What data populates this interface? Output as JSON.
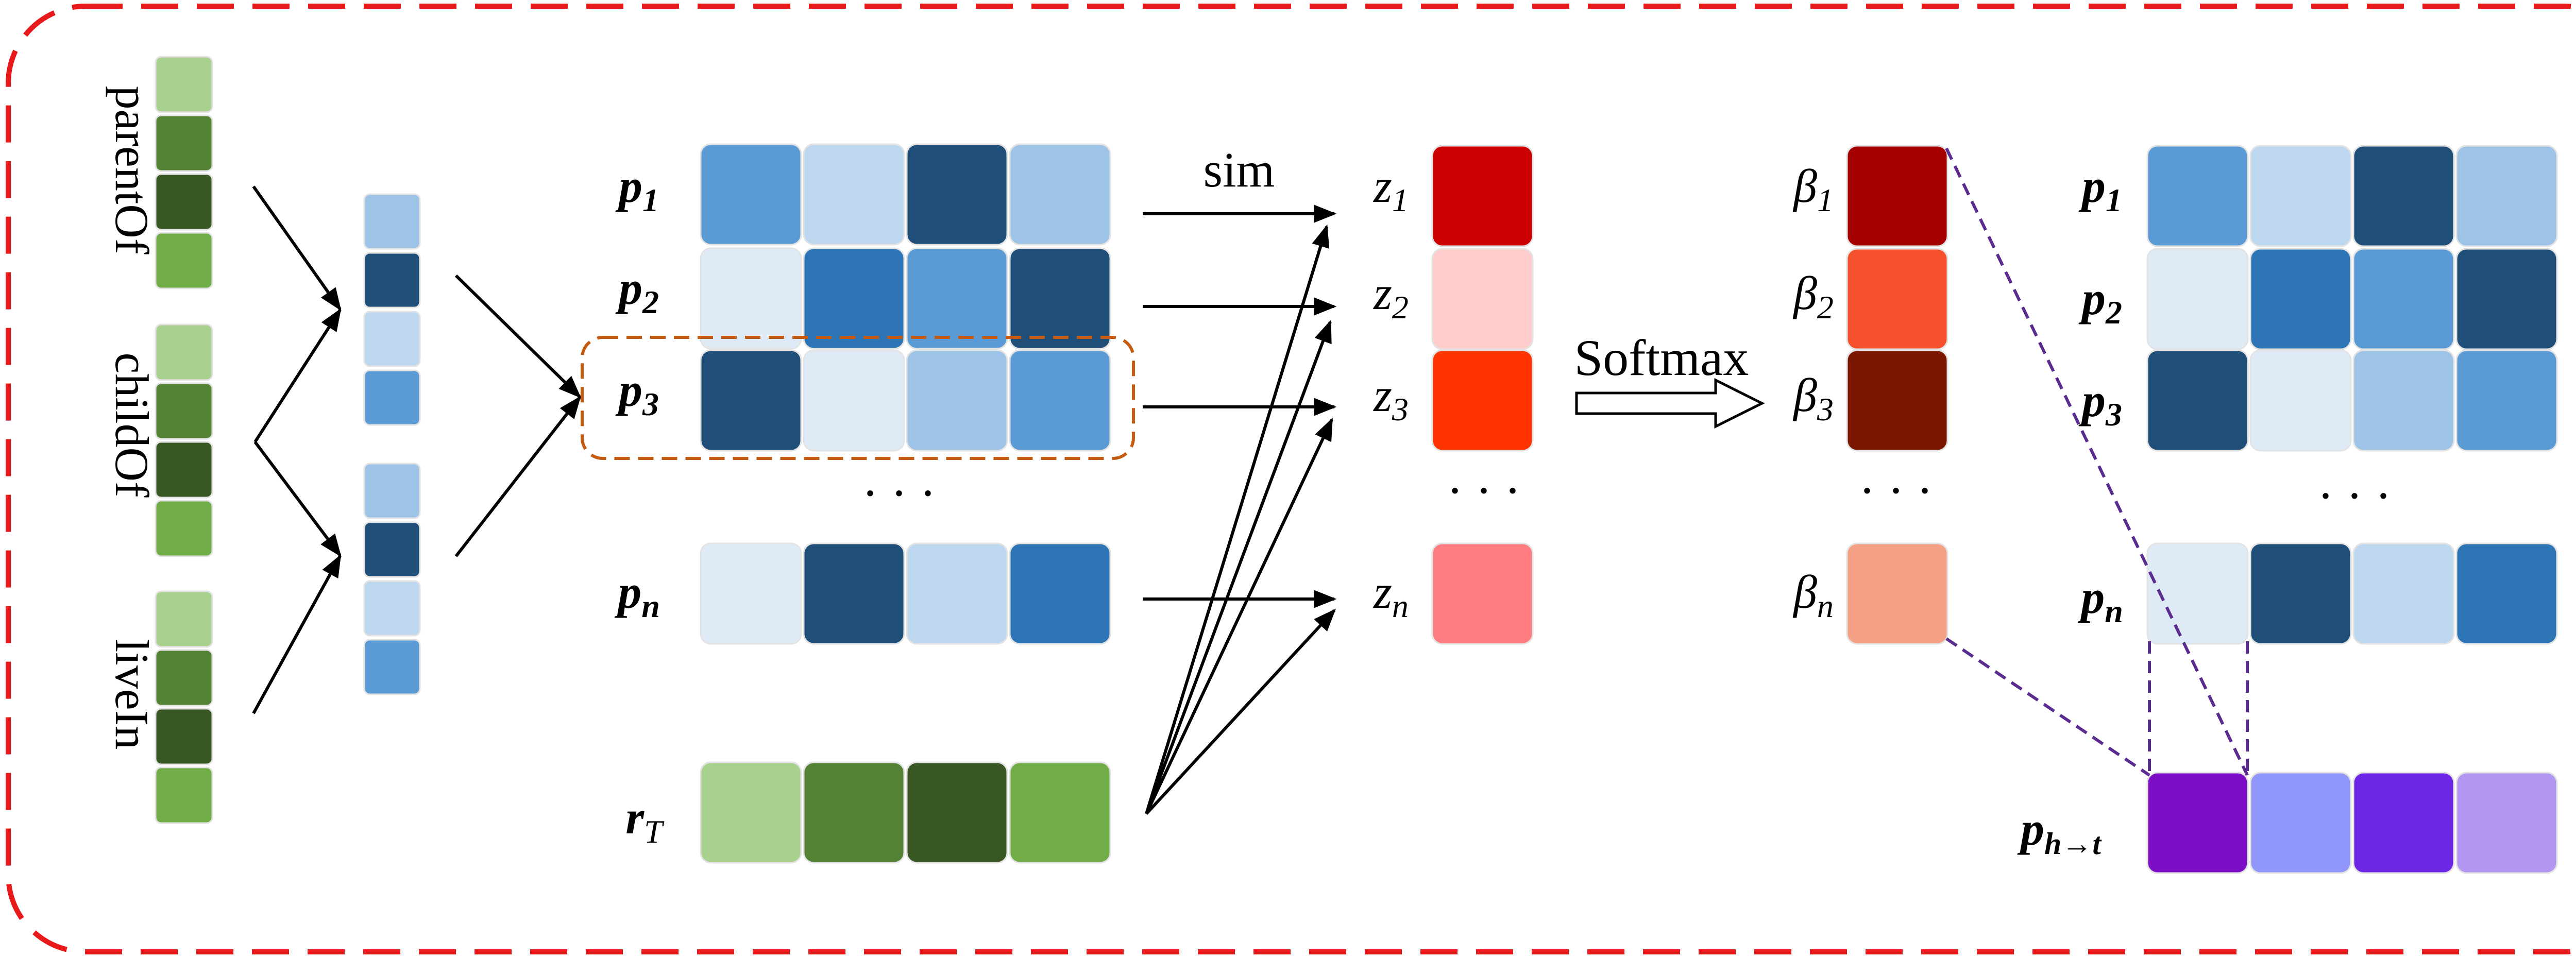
{
  "relations": [
    "parentOf",
    "childOf",
    "liveIn"
  ],
  "paths": [
    {
      "base": "p",
      "sub": "1"
    },
    {
      "base": "p",
      "sub": "2"
    },
    {
      "base": "p",
      "sub": "3"
    },
    {
      "base": "p",
      "sub": "n"
    }
  ],
  "target_relation": {
    "base": "r",
    "sub": "T"
  },
  "sim_label": "sim",
  "softmax_label": "Softmax",
  "scores": [
    {
      "base": "z",
      "sub": "1"
    },
    {
      "base": "z",
      "sub": "2"
    },
    {
      "base": "z",
      "sub": "3"
    },
    {
      "base": "z",
      "sub": "n"
    }
  ],
  "weights": [
    {
      "base": "β",
      "sub": "1"
    },
    {
      "base": "β",
      "sub": "2"
    },
    {
      "base": "β",
      "sub": "3"
    },
    {
      "base": "β",
      "sub": "n"
    }
  ],
  "right_paths": [
    {
      "base": "p",
      "sub": "1"
    },
    {
      "base": "p",
      "sub": "2"
    },
    {
      "base": "p",
      "sub": "3"
    },
    {
      "base": "p",
      "sub": "n"
    }
  ],
  "output": {
    "base": "p",
    "sub": "h→t"
  },
  "ellipsis": "· · ·",
  "colors": {
    "frame": "#e8191b",
    "highlight_frame": "#c55a11",
    "weight_lines": "#5b2c8f",
    "green": [
      "#a9d18e",
      "#548235",
      "#385723",
      "#70ad47"
    ],
    "p1": [
      "#5b9bd5",
      "#bdd7ee",
      "#1f4e79",
      "#9dc3e6"
    ],
    "p2": [
      "#deebf7",
      "#2e75b6",
      "#5b9bd5",
      "#1f4e79"
    ],
    "p3": [
      "#1f4e79",
      "#deebf7",
      "#9dc3e6",
      "#5b9bd5"
    ],
    "pn": [
      "#deebf7",
      "#1f4e79",
      "#bdd7ee",
      "#2e75b6"
    ],
    "small_vec": [
      "#9dc3e6",
      "#1f4e79",
      "#bdd7ee",
      "#5b9bd5"
    ],
    "z": [
      "#cc0000",
      "#ffcccc",
      "#ff3300",
      "#ff7c80"
    ],
    "beta": [
      "#a50000",
      "#f4512c",
      "#7a1600",
      "#f4a084"
    ],
    "output": [
      "#7c0fc6",
      "#9196fa",
      "#6e26e6",
      "#b296f2"
    ]
  }
}
